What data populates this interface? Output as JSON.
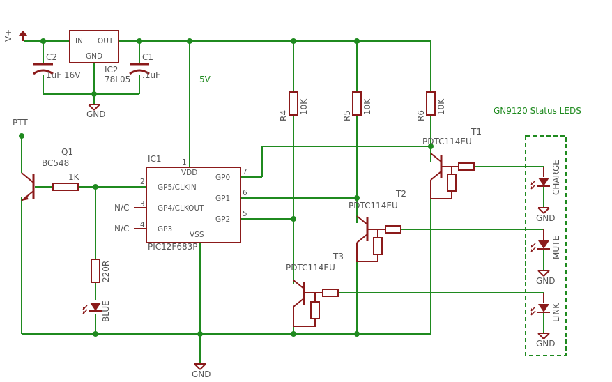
{
  "colors": {
    "wire": "#1f8a1f",
    "part": "#8b1a1a",
    "text": "#555555",
    "junction": "#1f8a1f"
  },
  "power": {
    "vplus": "V+",
    "five_volt": "5V",
    "gnd": "GND"
  },
  "regulator": {
    "name": "IC2",
    "value": "78L05",
    "pin_in": "IN",
    "pin_out": "OUT",
    "pin_gnd": "GND"
  },
  "capacitors": [
    {
      "name": "C2",
      "value": "1uF 16V"
    },
    {
      "name": "C1",
      "value": ".1uF"
    }
  ],
  "mcu": {
    "name": "IC1",
    "value": "PIC12F683P",
    "pins": {
      "vdd": "VDD",
      "vss": "VSS",
      "gp0": "GP0",
      "gp1": "GP1",
      "gp2": "GP2",
      "gp5": "GP5/CLKIN",
      "gp4": "GP4/CLKOUT",
      "gp3": "GP3"
    },
    "pin_numbers": {
      "vdd": "1",
      "gp0": "7",
      "gp1": "6",
      "gp2": "5",
      "gp5": "2",
      "gp4": "3",
      "gp3": "4"
    },
    "nc": "N/C"
  },
  "input": {
    "ptt": "PTT",
    "q1_name": "Q1",
    "q1_value": "BC548",
    "r_base": "1K"
  },
  "led_blue": {
    "resistor": "220R",
    "label": "BLUE"
  },
  "pullups": [
    {
      "name": "R4",
      "value": "10K"
    },
    {
      "name": "R5",
      "value": "10K"
    },
    {
      "name": "R6",
      "value": "10K"
    }
  ],
  "transistors": [
    {
      "name": "T1",
      "value": "PDTC114EU"
    },
    {
      "name": "T2",
      "value": "PDTC114EU"
    },
    {
      "name": "T3",
      "value": "PDTC114EU"
    }
  ],
  "status_box": {
    "title": "GN9120 Status LEDS",
    "leds": [
      {
        "label": "CHARGE",
        "gnd": "GND"
      },
      {
        "label": "MUTE",
        "gnd": "GND"
      },
      {
        "label": "LINK",
        "gnd": "GND"
      }
    ]
  }
}
